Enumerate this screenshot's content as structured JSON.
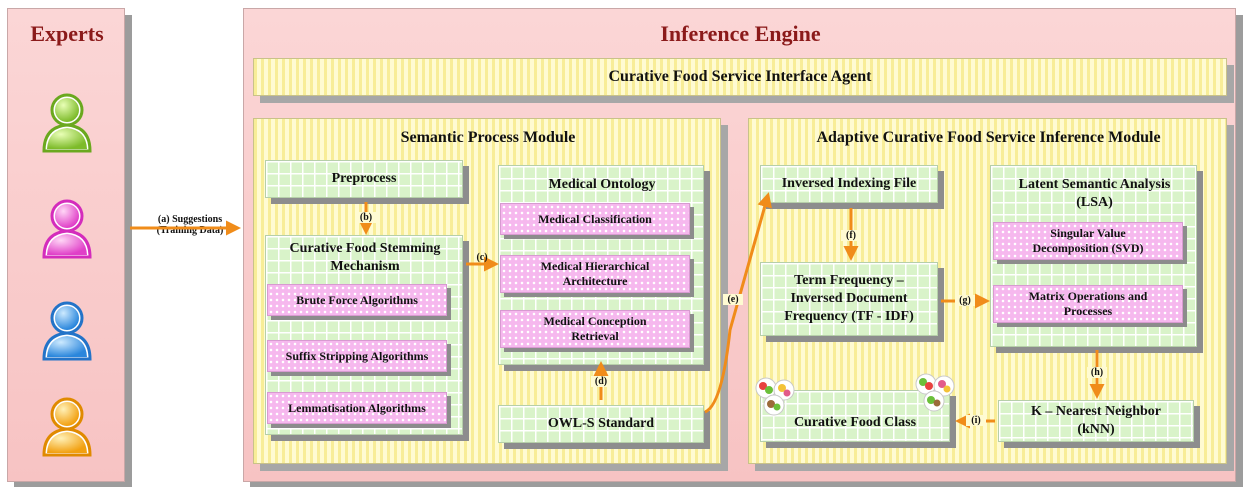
{
  "experts": {
    "title": "Experts",
    "people": [
      {
        "icon": "green-person-icon",
        "color": "#8cc63f"
      },
      {
        "icon": "pink-person-icon",
        "color": "#e85ad0"
      },
      {
        "icon": "blue-person-icon",
        "color": "#3a9ae8"
      },
      {
        "icon": "orange-person-icon",
        "color": "#f5a623"
      }
    ]
  },
  "arrow_a": {
    "line1": "(a) Suggestions",
    "line2": "(Training Data)"
  },
  "inference_engine": {
    "title": "Inference Engine"
  },
  "interface_agent": {
    "title": "Curative Food Service Interface Agent"
  },
  "semantic_module": {
    "title": "Semantic Process Module",
    "preprocess": "Preprocess",
    "label_b": "(b)",
    "stemming": {
      "title_line1": "Curative Food Stemming",
      "title_line2": "Mechanism",
      "items": [
        "Brute Force Algorithms",
        "Suffix Stripping Algorithms",
        "Lemmatisation Algorithms"
      ]
    },
    "label_c": "(c)",
    "ontology": {
      "title": "Medical Ontology",
      "items": [
        {
          "line1": "Medical Classification",
          "line2": ""
        },
        {
          "line1": "Medical Hierarchical",
          "line2": "Architecture"
        },
        {
          "line1": "Medical Conception",
          "line2": "Retrieval"
        }
      ]
    },
    "label_d": "(d)",
    "owl": "OWL-S Standard"
  },
  "label_e": "(e)",
  "adaptive_module": {
    "title": "Adaptive Curative Food Service Inference Module",
    "indexing": "Inversed Indexing File",
    "label_f": "(f)",
    "tfidf": {
      "line1": "Term Frequency –",
      "line2": "Inversed Document",
      "line3": "Frequency  (TF - IDF)"
    },
    "label_g": "(g)",
    "lsa": {
      "title_line1": "Latent Semantic Analysis",
      "title_line2": "(LSA)",
      "items": [
        {
          "line1": "Singular Value",
          "line2": "Decomposition (SVD)"
        },
        {
          "line1": "Matrix Operations and",
          "line2": "Processes"
        }
      ]
    },
    "label_h": "(h)",
    "knn": {
      "line1": "K – Nearest Neighbor",
      "line2": "(kNN)"
    },
    "label_i": "(i)",
    "food_class": "Curative Food Class"
  },
  "colors": {
    "accent_red": "#8b1a1a",
    "arrow": "#f08c1a"
  }
}
